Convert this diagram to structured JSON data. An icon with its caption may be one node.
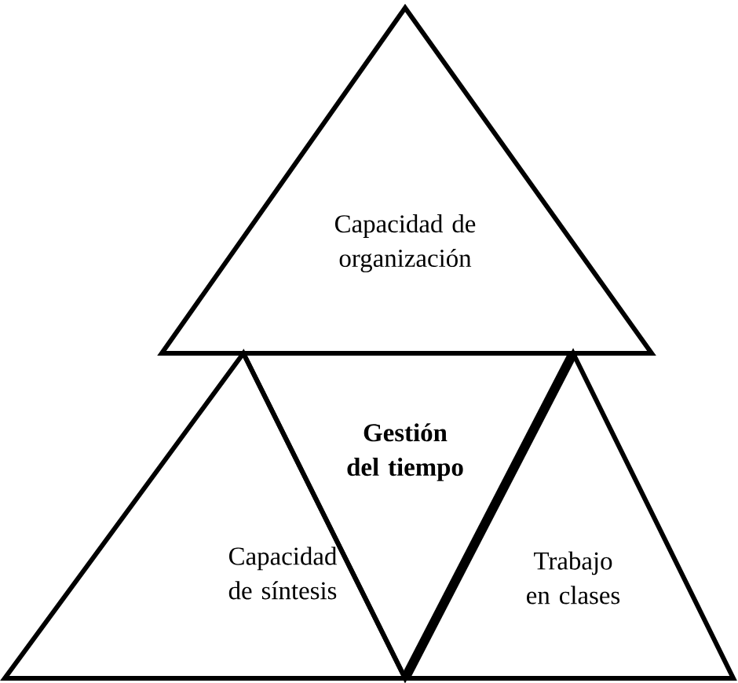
{
  "diagram": {
    "nodes": [
      {
        "text": [
          "Capacidad de organización"
        ]
      },
      {
        "text": [
          "Gestión del tiempo"
        ]
      },
      {
        "text": [
          "Capacidad de síntesis"
        ]
      },
      {
        "text": [
          "Trabajo en clases"
        ]
      }
    ]
  }
}
